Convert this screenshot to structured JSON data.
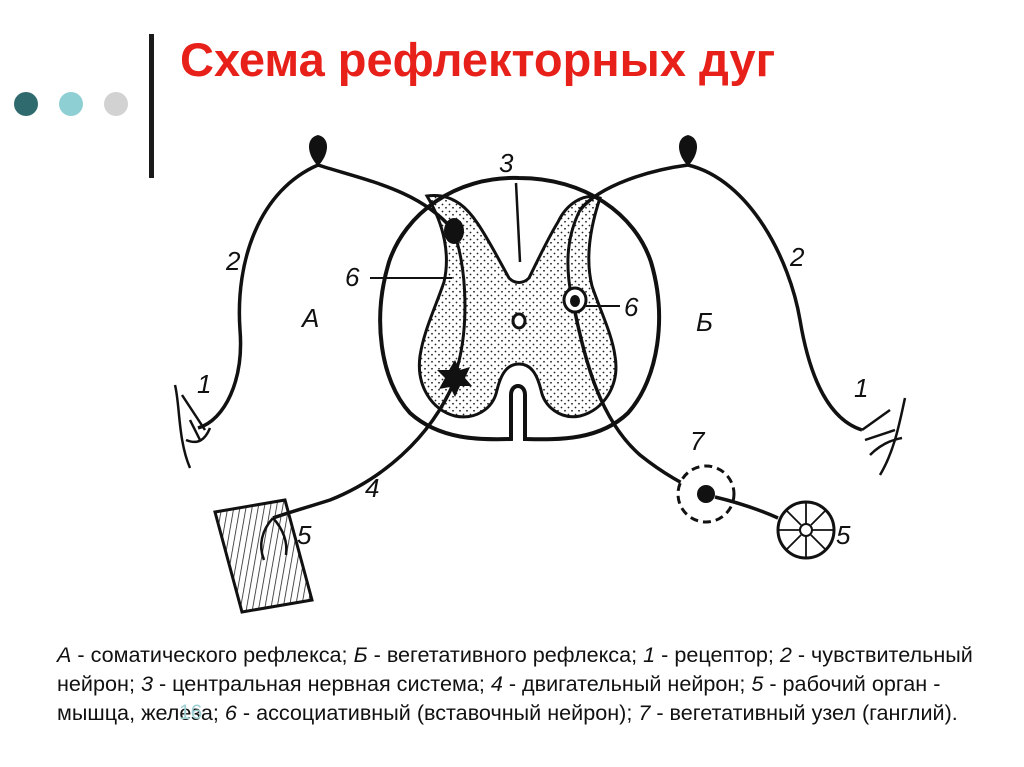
{
  "title": "Схема рефлекторных дуг",
  "colors": {
    "title": "#e8201a",
    "dot_1": "#2f6b6e",
    "dot_2": "#8ecfd3",
    "dot_3": "#d2d2d2",
    "page_number": "#9fd0d4"
  },
  "decorations": [
    "dots-icon",
    "vertical-bar"
  ],
  "diagram": {
    "labels": {
      "n3": "3",
      "n2_left": "2",
      "n2_right": "2",
      "n6_left": "6",
      "n6_right": "6",
      "side_a": "А",
      "side_b": "Б",
      "n1_left": "1",
      "n1_right": "1",
      "n4": "4",
      "n5_left": "5",
      "n7": "7",
      "n5_right": "5"
    }
  },
  "caption": {
    "t1": "А",
    "s1": " - соматического рефлекса; ",
    "t2": "Б",
    "s2": " - вегетативного рефлекса; ",
    "t3": "1",
    "s3": " - рецептор; ",
    "t4": "2",
    "s4": " - чувствительный нейрон; ",
    "t5": "3",
    "s5": " - центральная нервная система; ",
    "t6": "4",
    "s6": " - двигательный нейрон; ",
    "t7": "5",
    "s7": " - рабочий орган - мышца, железа; ",
    "t8": "6",
    "s8": " - ассоциативный (вставочный нейрон); ",
    "t9": "7",
    "s9": " - вегетативный узел (ганглий).",
    "page_number": "16"
  }
}
